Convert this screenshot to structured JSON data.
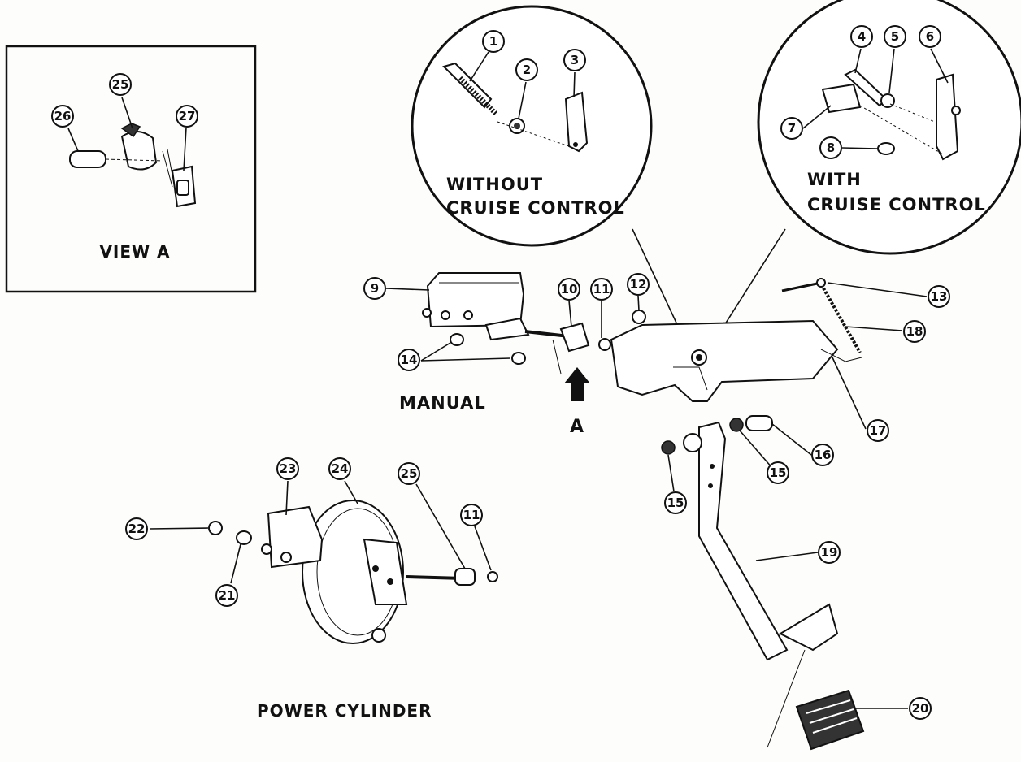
{
  "view_a": {
    "label": "VIEW A",
    "callouts": [
      "25",
      "26",
      "27"
    ]
  },
  "detail_without": {
    "title_line1": "WITHOUT",
    "title_line2": "CRUISE CONTROL",
    "callouts": [
      "1",
      "2",
      "3"
    ]
  },
  "detail_with": {
    "title_line1": "WITH",
    "title_line2": "CRUISE CONTROL",
    "callouts": [
      "4",
      "5",
      "6",
      "7",
      "8"
    ]
  },
  "manual": {
    "label": "MANUAL",
    "arrow_label": "A",
    "callouts": [
      "9",
      "10",
      "11",
      "12",
      "14"
    ]
  },
  "pedal": {
    "callouts": [
      "13",
      "18",
      "17",
      "16",
      "15",
      "15",
      "19",
      "20"
    ]
  },
  "power_cylinder": {
    "label": "POWER CYLINDER",
    "callouts": [
      "23",
      "24",
      "25",
      "11",
      "22",
      "21"
    ]
  }
}
